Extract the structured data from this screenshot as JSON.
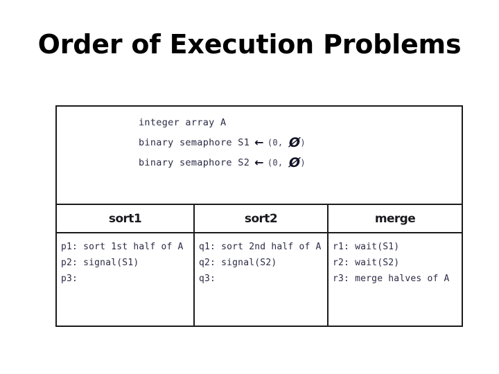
{
  "slide": {
    "title": "Order of Execution Problems"
  },
  "figure": {
    "declarations": [
      {
        "text": "integer array A",
        "has_assignment": false,
        "arrow": "",
        "value_open": "",
        "value_null": "",
        "value_close": ""
      },
      {
        "text": "binary semaphore S1",
        "has_assignment": true,
        "arrow": "←",
        "value_open": "(0,",
        "value_null": "Ø",
        "value_close": ")"
      },
      {
        "text": "binary semaphore S2",
        "has_assignment": true,
        "arrow": "←",
        "value_open": "(0,",
        "value_null": "Ø",
        "value_close": ")"
      }
    ],
    "columns": [
      {
        "header": "sort1",
        "lines": [
          "p1: sort 1st half of A",
          "p2: signal(S1)",
          "p3:"
        ]
      },
      {
        "header": "sort2",
        "lines": [
          "q1: sort 2nd half of A",
          "q2: signal(S2)",
          "q3:"
        ]
      },
      {
        "header": "merge",
        "lines": [
          "r1: wait(S1)",
          "r2: wait(S2)",
          "r3: merge halves of A"
        ]
      }
    ]
  },
  "colors": {
    "page_background": "#ffffff",
    "border": "#1a1a1a",
    "title_text": "#000000",
    "code_text": "#2b2b45",
    "header_text": "#18181e"
  }
}
